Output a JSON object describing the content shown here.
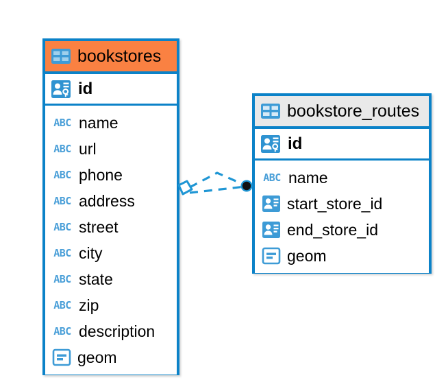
{
  "diagram": {
    "type": "entity-relationship-diagram",
    "background_color": "#ffffff",
    "accent_color": "#0b82c8",
    "highlight_color": "#fa8142",
    "header_gray": "#e9e9e9"
  },
  "entities": [
    {
      "name": "bookstores",
      "header_style": "orange",
      "table_icon": "table-icon",
      "primary_key": {
        "label": "id",
        "icon": "primary-key-icon"
      },
      "fields": [
        {
          "label": "name",
          "icon": "text-field-icon"
        },
        {
          "label": "url",
          "icon": "text-field-icon"
        },
        {
          "label": "phone",
          "icon": "text-field-icon"
        },
        {
          "label": "address",
          "icon": "text-field-icon"
        },
        {
          "label": "street",
          "icon": "text-field-icon"
        },
        {
          "label": "city",
          "icon": "text-field-icon"
        },
        {
          "label": "state",
          "icon": "text-field-icon"
        },
        {
          "label": "zip",
          "icon": "text-field-icon"
        },
        {
          "label": "description",
          "icon": "text-field-icon"
        },
        {
          "label": "geom",
          "icon": "geometry-field-icon"
        }
      ]
    },
    {
      "name": "bookstore_routes",
      "header_style": "gray",
      "table_icon": "table-icon",
      "primary_key": {
        "label": "id",
        "icon": "primary-key-icon"
      },
      "fields": [
        {
          "label": "name",
          "icon": "text-field-icon"
        },
        {
          "label": "start_store_id",
          "icon": "foreign-key-icon"
        },
        {
          "label": "end_store_id",
          "icon": "foreign-key-icon"
        },
        {
          "label": "geom",
          "icon": "geometry-field-icon"
        }
      ]
    }
  ],
  "relationship": {
    "source_entity": "bookstores",
    "target_entity": "bookstore_routes",
    "source_marker": "diamond-marker",
    "target_marker": "filled-circle-marker",
    "line_style": "dashed",
    "line_color": "#1f96d4"
  }
}
